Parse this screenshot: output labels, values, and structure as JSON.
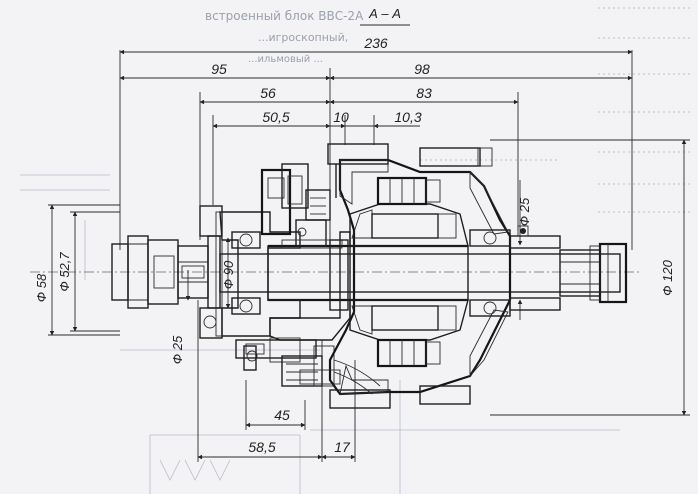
{
  "section_title": "А – А",
  "dimensions": {
    "overall_length": "236",
    "left_length": "95",
    "right_length": "98",
    "d56": "56",
    "d83": "83",
    "d50_5": "50,5",
    "d10": "10",
    "d10_3": "10,3",
    "d45": "45",
    "d58_5": "58,5",
    "d17": "17",
    "dia58": "Ф 58",
    "dia52_7": "Ф 52,7",
    "dia90": "Ф 90",
    "dia25_left": "Ф 25",
    "dia25_right": "Ф 25",
    "dia120": "Ф 120"
  },
  "bleed_through_text": {
    "line1": "встроенный блок ВВС-2А",
    "line2": "...игроскопный,",
    "line3": "...ильмовый ..."
  }
}
